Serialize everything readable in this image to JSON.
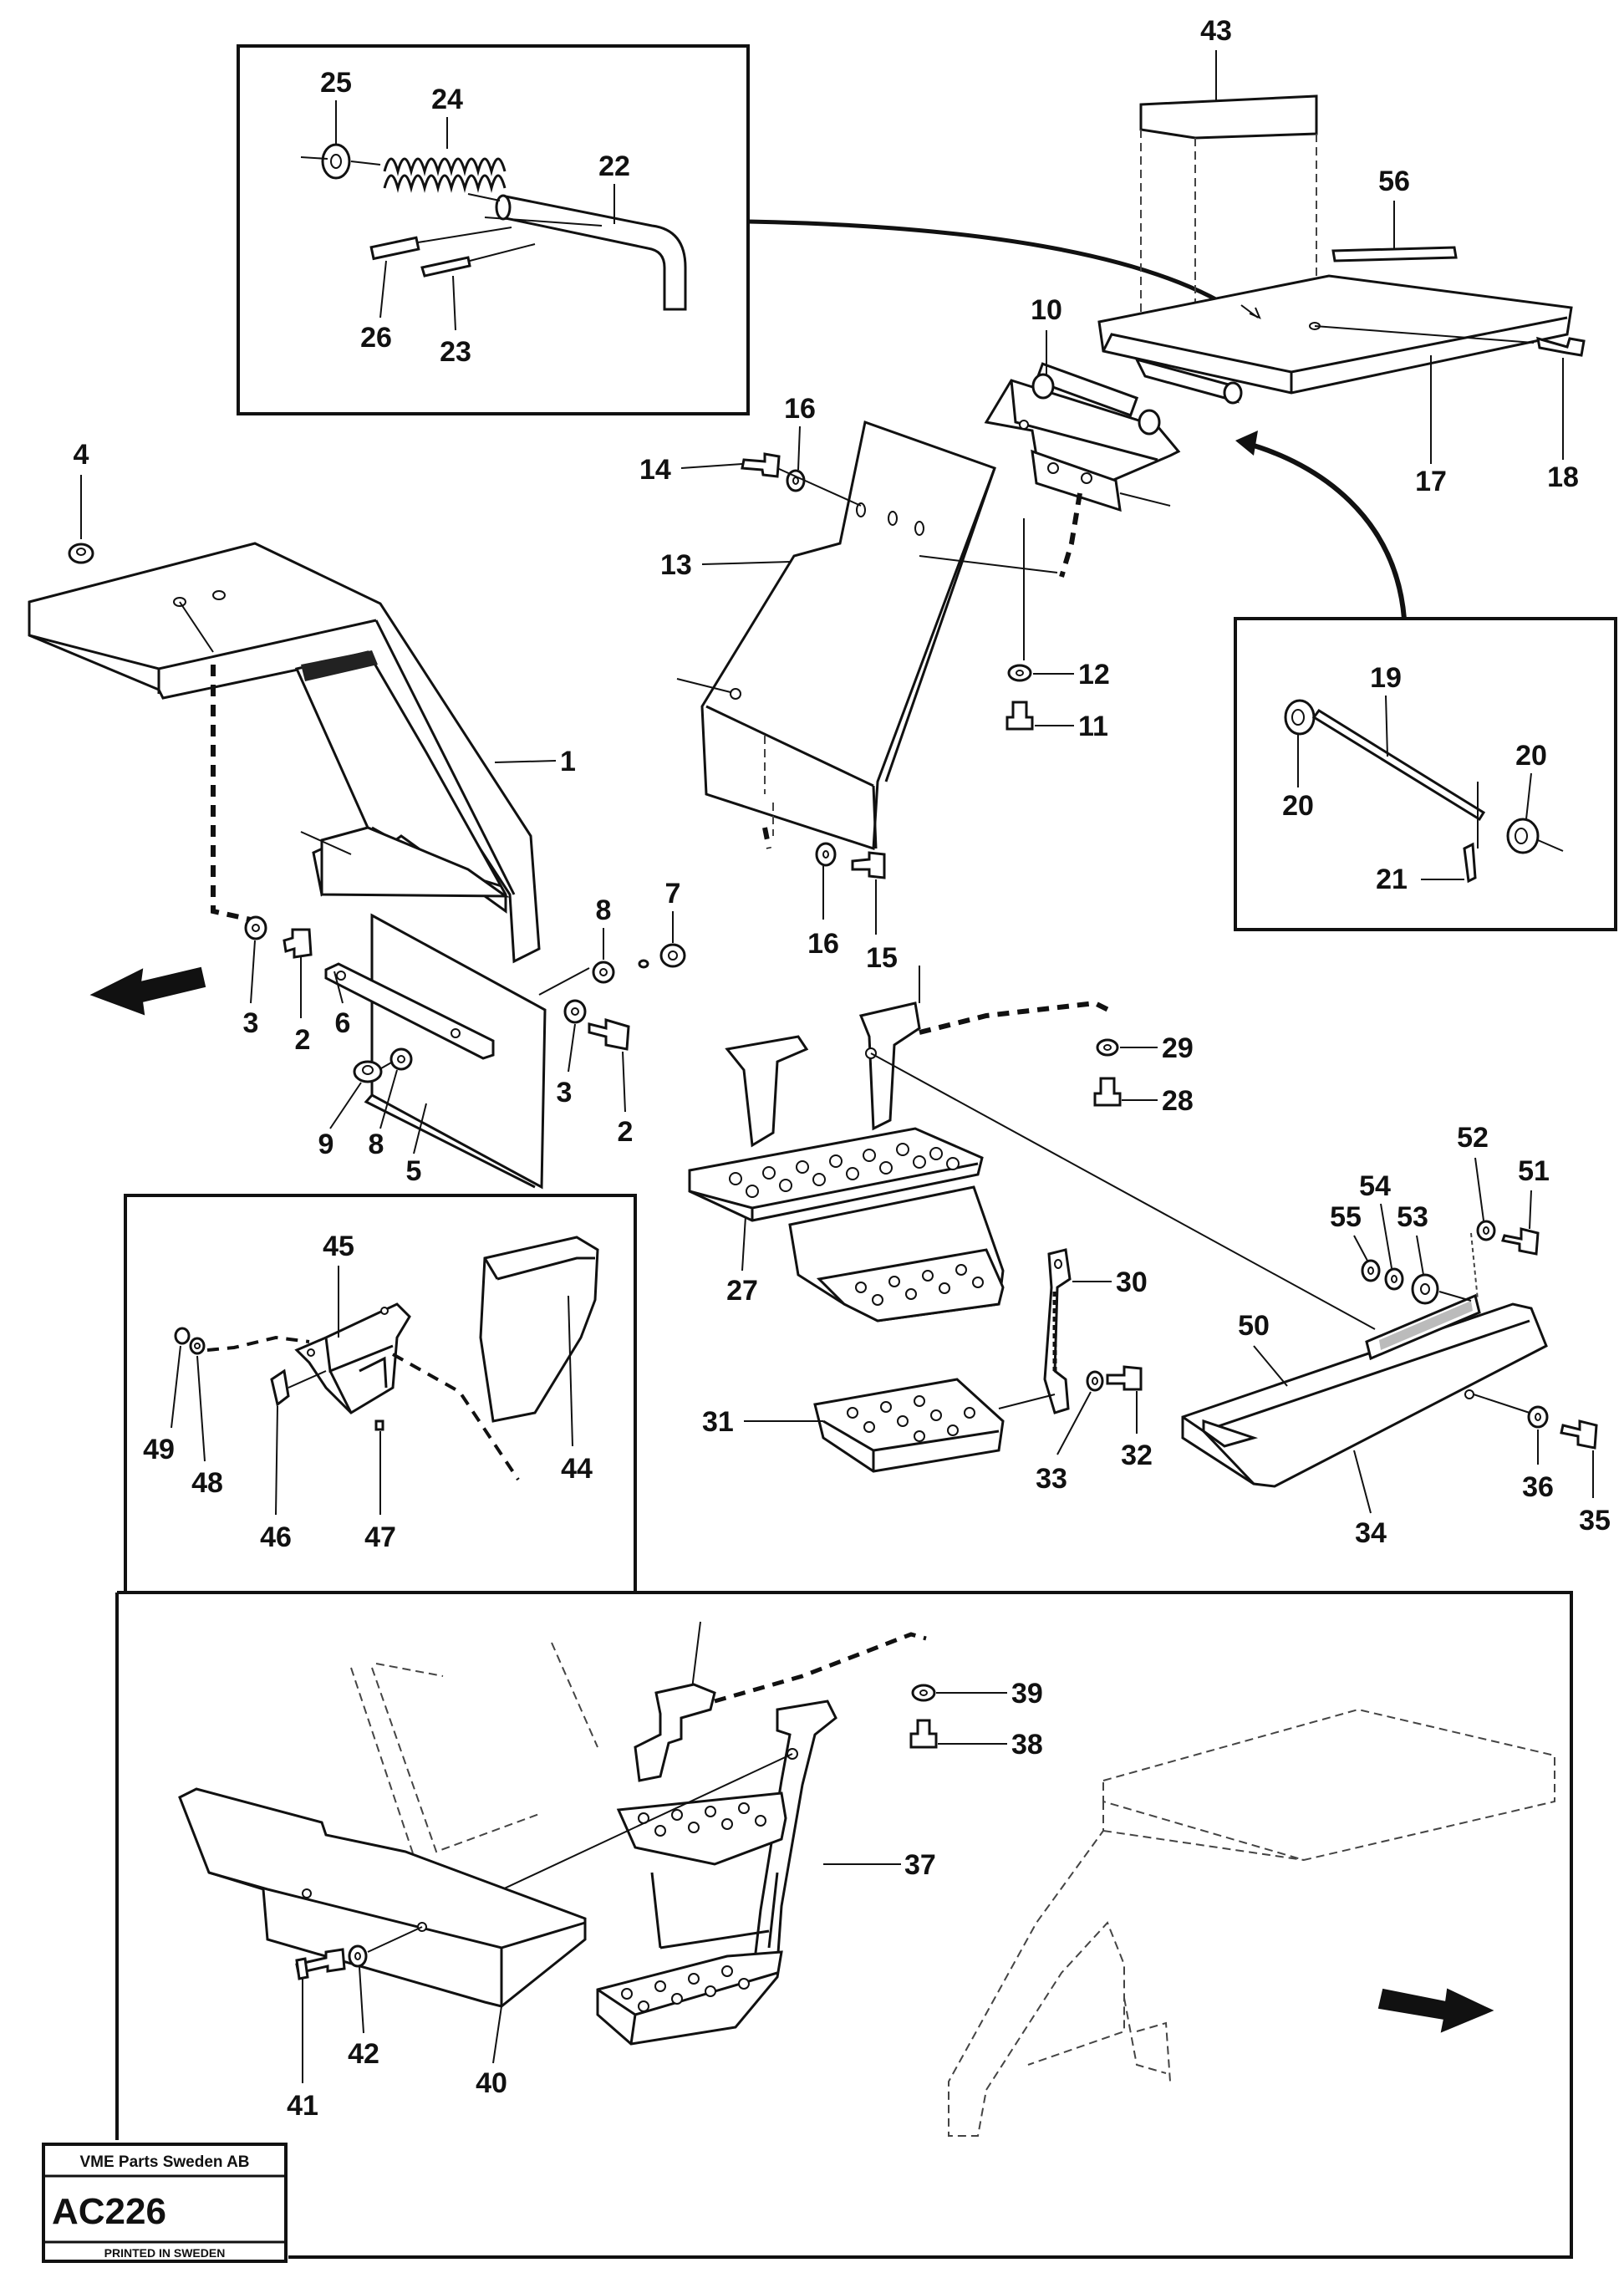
{
  "parts": {
    "p1": "1",
    "p2a": "2",
    "p2b": "2",
    "p3a": "3",
    "p3b": "3",
    "p4": "4",
    "p5": "5",
    "p6": "6",
    "p7": "7",
    "p8a": "8",
    "p8b": "8",
    "p9": "9",
    "p10": "10",
    "p11": "11",
    "p12": "12",
    "p13": "13",
    "p14": "14",
    "p15": "15",
    "p16a": "16",
    "p16b": "16",
    "p17": "17",
    "p18": "18",
    "p19": "19",
    "p20a": "20",
    "p20b": "20",
    "p21": "21",
    "p22": "22",
    "p23": "23",
    "p24": "24",
    "p25": "25",
    "p26": "26",
    "p27": "27",
    "p28": "28",
    "p29": "29",
    "p30": "30",
    "p31": "31",
    "p32": "32",
    "p33": "33",
    "p34": "34",
    "p35": "35",
    "p36": "36",
    "p37": "37",
    "p38": "38",
    "p39": "39",
    "p40": "40",
    "p41": "41",
    "p42": "42",
    "p43": "43",
    "p44": "44",
    "p45": "45",
    "p46": "46",
    "p47": "47",
    "p48": "48",
    "p49": "49",
    "p50": "50",
    "p51": "51",
    "p52": "52",
    "p53": "53",
    "p54": "54",
    "p55": "55",
    "p56": "56"
  },
  "stamp": {
    "company": "VME Parts Sweden AB",
    "code": "AC226",
    "printed": "PRINTED IN SWEDEN"
  },
  "icons": {
    "direction_left": "arrow-left-icon",
    "direction_right": "arrow-right-icon"
  }
}
